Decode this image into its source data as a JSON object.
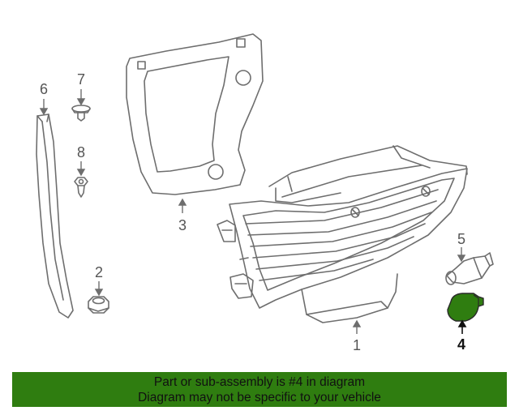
{
  "callouts": {
    "c1": "1",
    "c2": "2",
    "c3": "3",
    "c4": "4",
    "c5": "5",
    "c6": "6",
    "c7": "7",
    "c8": "8"
  },
  "banner": {
    "line1": "Part or sub-assembly is #4 in diagram",
    "line2": "Diagram may not be specific to your vehicle"
  },
  "colors": {
    "highlight_part": "#2f7d10",
    "banner_bg": "#2f7d10",
    "line_art": "#6e6e6e"
  }
}
